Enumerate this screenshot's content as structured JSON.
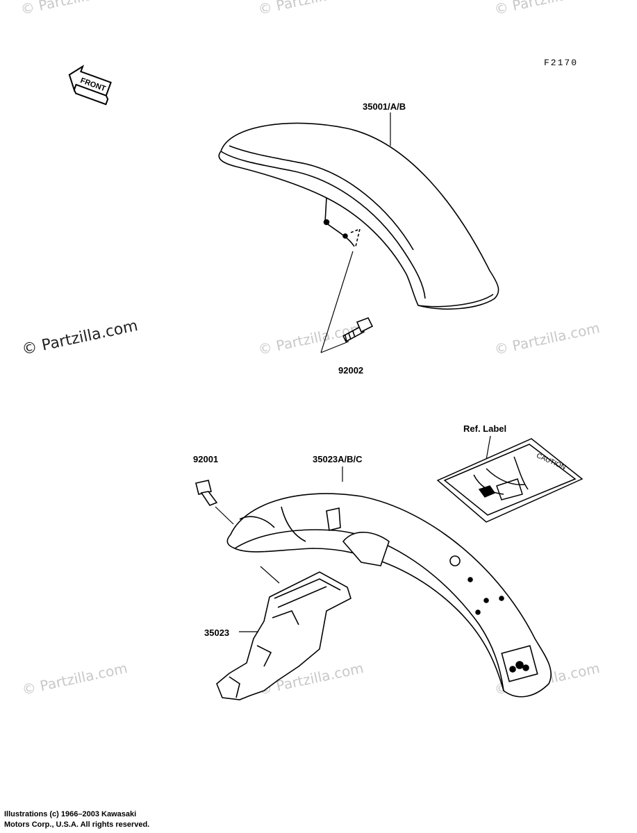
{
  "diagram": {
    "code": "F2170",
    "front_label": "FRONT",
    "parts": {
      "front_fender": "35001/A/B",
      "front_bolt": "92002",
      "rear_bolt": "92001",
      "rear_fender": "35023A/B/C",
      "rear_inner_cover": "35023",
      "ref_label": "Ref. Label",
      "caution_text": "CAUTION"
    }
  },
  "watermarks": {
    "text": "© Partzilla.com"
  },
  "footer": {
    "line1": "Illustrations (c) 1966–2003 Kawasaki",
    "line2": "Motors Corp., U.S.A.  All rights reserved."
  }
}
